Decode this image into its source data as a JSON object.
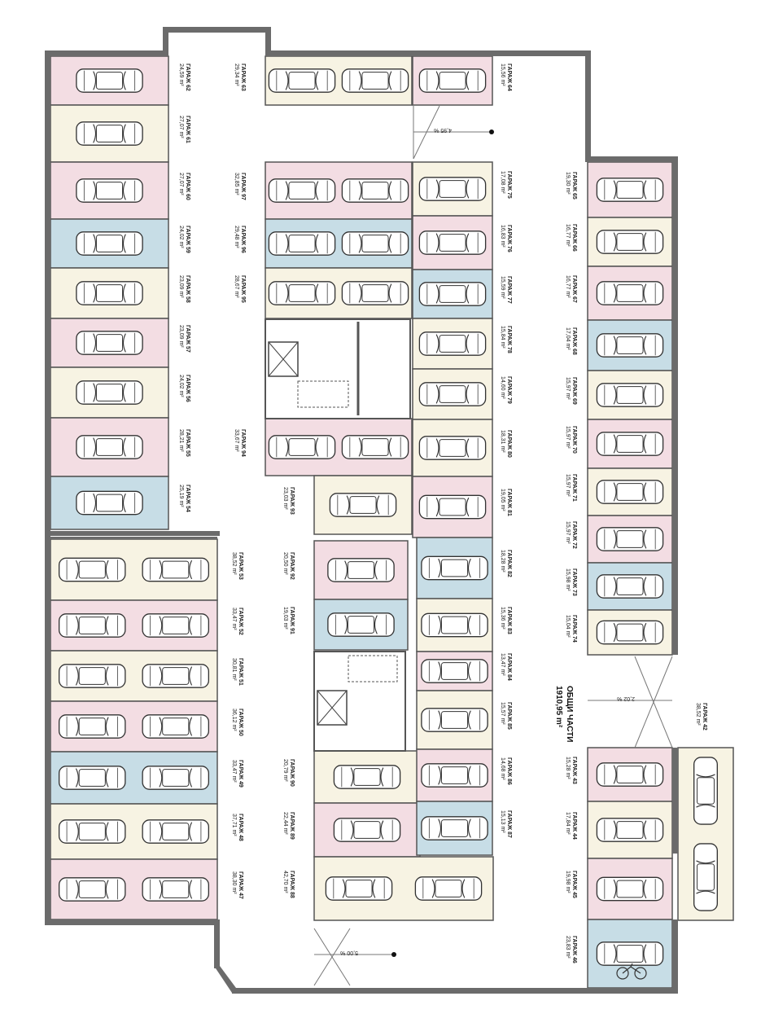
{
  "colors": {
    "pink": "#f3dde3",
    "cream": "#f7f3e3",
    "blue": "#c7dde6",
    "wall": "#6b6b6b"
  },
  "common_area": {
    "title": "ОБЩИ ЧАСТИ",
    "area": "1910,95 m²"
  },
  "ramps": [
    {
      "label": "4,95 %"
    },
    {
      "label": "2,02 %"
    },
    {
      "label": "5,00 %"
    }
  ],
  "garages": [
    {
      "name": "ГАРАЖ 62",
      "area": "24,59 m²",
      "color": "pink"
    },
    {
      "name": "ГАРАЖ 61",
      "area": "27,07 m²",
      "color": "cream"
    },
    {
      "name": "ГАРАЖ 60",
      "area": "27,07 m²",
      "color": "pink"
    },
    {
      "name": "ГАРАЖ 59",
      "area": "24,02 m²",
      "color": "blue"
    },
    {
      "name": "ГАРАЖ 58",
      "area": "23,09 m²",
      "color": "cream"
    },
    {
      "name": "ГАРАЖ 57",
      "area": "23,09 m²",
      "color": "pink"
    },
    {
      "name": "ГАРАЖ 56",
      "area": "24,02 m²",
      "color": "cream"
    },
    {
      "name": "ГАРАЖ 55",
      "area": "28,21 m²",
      "color": "pink"
    },
    {
      "name": "ГАРАЖ 54",
      "area": "25,19 m²",
      "color": "blue"
    },
    {
      "name": "ГАРАЖ 63",
      "area": "29,34 m²",
      "color": "cream"
    },
    {
      "name": "ГАРАЖ 97",
      "area": "32,85 m²",
      "color": "pink"
    },
    {
      "name": "ГАРАЖ 96",
      "area": "29,48 m²",
      "color": "blue"
    },
    {
      "name": "ГАРАЖ 95",
      "area": "28,67 m²",
      "color": "cream"
    },
    {
      "name": "ГАРАЖ 94",
      "area": "33,67 m²",
      "color": "pink"
    },
    {
      "name": "ГАРАЖ 93",
      "area": "23,03 m²",
      "color": "cream"
    },
    {
      "name": "ГАРАЖ 64",
      "area": "15,56 m²",
      "color": "pink"
    },
    {
      "name": "ГАРАЖ 75",
      "area": "17,08 m²",
      "color": "cream"
    },
    {
      "name": "ГАРАЖ 76",
      "area": "16,83 m²",
      "color": "pink"
    },
    {
      "name": "ГАРАЖ 77",
      "area": "15,59 m²",
      "color": "blue"
    },
    {
      "name": "ГАРАЖ 78",
      "area": "15,84 m²",
      "color": "cream"
    },
    {
      "name": "ГАРАЖ 79",
      "area": "14,60 m²",
      "color": "cream"
    },
    {
      "name": "ГАРАЖ 80",
      "area": "18,31 m²",
      "color": "cream"
    },
    {
      "name": "ГАРАЖ 81",
      "area": "19,05 m²",
      "color": "pink"
    },
    {
      "name": "ГАРАЖ 65",
      "area": "19,30 m²",
      "color": "pink"
    },
    {
      "name": "ГАРАЖ 66",
      "area": "16,77 m²",
      "color": "cream"
    },
    {
      "name": "ГАРАЖ 67",
      "area": "16,77 m²",
      "color": "pink"
    },
    {
      "name": "ГАРАЖ 68",
      "area": "17,04 m²",
      "color": "blue"
    },
    {
      "name": "ГАРАЖ 69",
      "area": "15,97 m²",
      "color": "cream"
    },
    {
      "name": "ГАРАЖ 70",
      "area": "15,97 m²",
      "color": "pink"
    },
    {
      "name": "ГАРАЖ 71",
      "area": "15,97 m²",
      "color": "cream"
    },
    {
      "name": "ГАРАЖ 72",
      "area": "15,97 m²",
      "color": "pink"
    },
    {
      "name": "ГАРАЖ 73",
      "area": "15,98 m²",
      "color": "blue"
    },
    {
      "name": "ГАРАЖ 74",
      "area": "15,04 m²",
      "color": "cream"
    },
    {
      "name": "ГАРАЖ 53",
      "area": "38,52 m²",
      "color": "cream"
    },
    {
      "name": "ГАРАЖ 52",
      "area": "33,47 m²",
      "color": "pink"
    },
    {
      "name": "ГАРАЖ 51",
      "area": "30,81 m²",
      "color": "cream"
    },
    {
      "name": "ГАРАЖ 50",
      "area": "36,12 m²",
      "color": "pink"
    },
    {
      "name": "ГАРАЖ 49",
      "area": "33,47 m²",
      "color": "blue"
    },
    {
      "name": "ГАРАЖ 48",
      "area": "37,71 m²",
      "color": "cream"
    },
    {
      "name": "ГАРАЖ 47",
      "area": "38,30 m²",
      "color": "pink"
    },
    {
      "name": "ГАРАЖ 92",
      "area": "20,50 m²",
      "color": "pink"
    },
    {
      "name": "ГАРАЖ 91",
      "area": "19,03 m²",
      "color": "blue"
    },
    {
      "name": "ГАРАЖ 90",
      "area": "20,79 m²",
      "color": "cream"
    },
    {
      "name": "ГАРАЖ 89",
      "area": "22,44 m²",
      "color": "pink"
    },
    {
      "name": "ГАРАЖ 88",
      "area": "42,70 m²",
      "color": "cream"
    },
    {
      "name": "ГАРАЖ 82",
      "area": "18,28 m²",
      "color": "blue"
    },
    {
      "name": "ГАРАЖ 83",
      "area": "15,36 m²",
      "color": "cream"
    },
    {
      "name": "ГАРАЖ 84",
      "area": "13,47 m²",
      "color": "pink"
    },
    {
      "name": "ГАРАЖ 85",
      "area": "15,57 m²",
      "color": "cream"
    },
    {
      "name": "ГАРАЖ 86",
      "area": "14,68 m²",
      "color": "pink"
    },
    {
      "name": "ГАРАЖ 87",
      "area": "15,13 m²",
      "color": "blue"
    },
    {
      "name": "ГАРАЖ 43",
      "area": "15,28 m²",
      "color": "pink"
    },
    {
      "name": "ГАРАЖ 44",
      "area": "17,84 m²",
      "color": "cream"
    },
    {
      "name": "ГАРАЖ 45",
      "area": "19,98 m²",
      "color": "pink"
    },
    {
      "name": "ГАРАЖ 46",
      "area": "23,83 m²",
      "color": "blue"
    },
    {
      "name": "ГАРАЖ 42",
      "area": "38,52 m²",
      "color": "cream"
    }
  ]
}
